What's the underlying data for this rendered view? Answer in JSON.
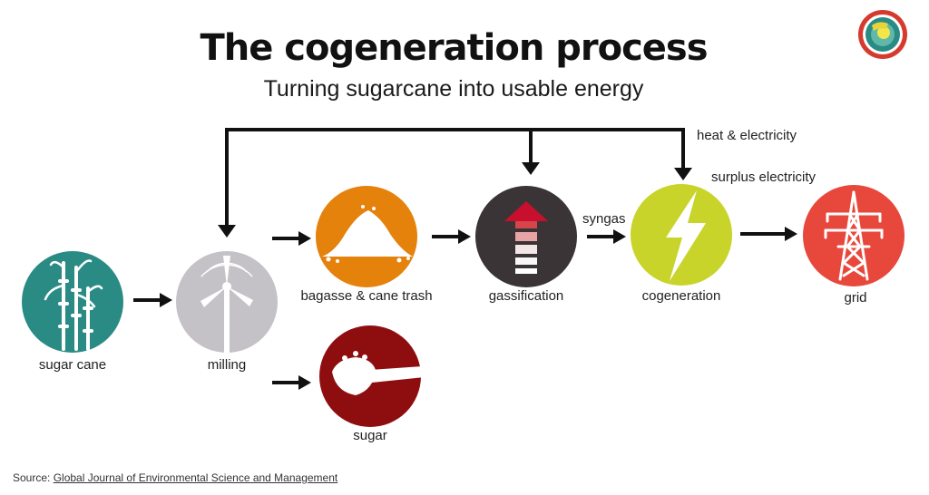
{
  "title": "The cogeneration process",
  "subtitle": "Turning sugarcane into usable energy",
  "nodes": {
    "sugar_cane": {
      "label": "sugar cane",
      "color": "#2a8b85"
    },
    "milling": {
      "label": "milling",
      "color": "#c4c2c7"
    },
    "bagasse": {
      "label": "bagasse & cane trash",
      "color": "#e4820c"
    },
    "sugar": {
      "label": "sugar",
      "color": "#8e0e10"
    },
    "gassification": {
      "label": "gassification",
      "color": "#3a3436"
    },
    "cogeneration": {
      "label": "cogeneration",
      "color": "#c8d42a"
    },
    "grid": {
      "label": "grid",
      "color": "#e8473c"
    }
  },
  "flow_labels": {
    "syngas": "syngas",
    "heat_electricity": "heat & electricity",
    "surplus_electricity": "surplus electricity"
  },
  "source": {
    "prefix": "Source: ",
    "link_text": "Global Journal of Environmental Science and Management"
  },
  "icons": {
    "sugar_cane": "sugarcane-stalks-icon",
    "milling": "wind-turbine-icon",
    "bagasse": "bagasse-pile-icon",
    "sugar": "sugar-scoop-icon",
    "gassification": "gas-arrow-icon",
    "cogeneration": "lightning-bolt-icon",
    "grid": "power-pylon-icon",
    "logo": "globe-logo-icon"
  }
}
